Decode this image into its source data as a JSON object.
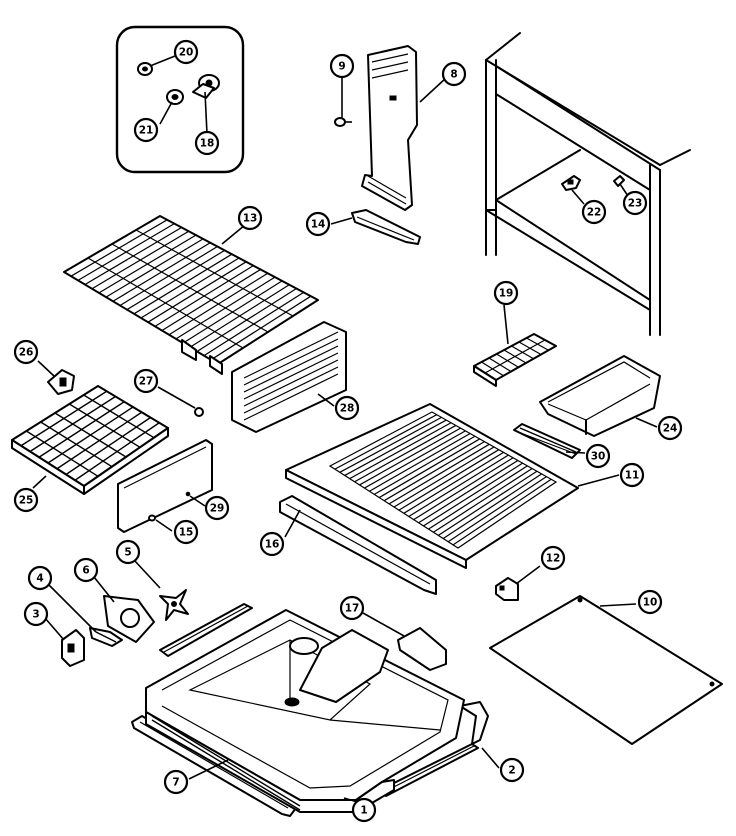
{
  "diagram": {
    "callouts": [
      {
        "key": "c1",
        "label": "1"
      },
      {
        "key": "c2",
        "label": "2"
      },
      {
        "key": "c3",
        "label": "3"
      },
      {
        "key": "c4",
        "label": "4"
      },
      {
        "key": "c5",
        "label": "5"
      },
      {
        "key": "c6",
        "label": "6"
      },
      {
        "key": "c7",
        "label": "7"
      },
      {
        "key": "c8",
        "label": "8"
      },
      {
        "key": "c9",
        "label": "9"
      },
      {
        "key": "c10",
        "label": "10"
      },
      {
        "key": "c11",
        "label": "11"
      },
      {
        "key": "c12",
        "label": "12"
      },
      {
        "key": "c13",
        "label": "13"
      },
      {
        "key": "c14",
        "label": "14"
      },
      {
        "key": "c15",
        "label": "15"
      },
      {
        "key": "c16",
        "label": "16"
      },
      {
        "key": "c17",
        "label": "17"
      },
      {
        "key": "c18",
        "label": "18"
      },
      {
        "key": "c19",
        "label": "19"
      },
      {
        "key": "c20",
        "label": "20"
      },
      {
        "key": "c21",
        "label": "21"
      },
      {
        "key": "c22",
        "label": "22"
      },
      {
        "key": "c23",
        "label": "23"
      },
      {
        "key": "c24",
        "label": "24"
      },
      {
        "key": "c25",
        "label": "25"
      },
      {
        "key": "c26",
        "label": "26"
      },
      {
        "key": "c27",
        "label": "27"
      },
      {
        "key": "c28",
        "label": "28"
      },
      {
        "key": "c29",
        "label": "29"
      },
      {
        "key": "c30",
        "label": "30"
      }
    ]
  }
}
